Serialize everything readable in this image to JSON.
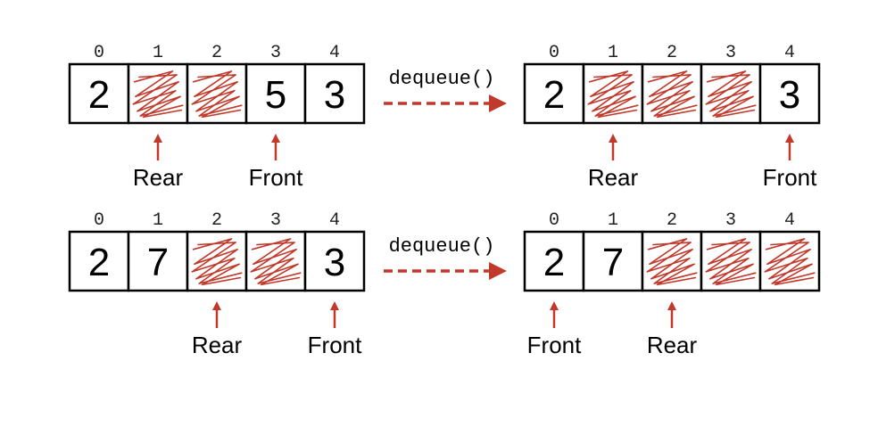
{
  "colors": {
    "accent": "#c0392b",
    "stroke": "#000000"
  },
  "operation_label": "dequeue()",
  "rows": [
    {
      "before": {
        "indices": [
          "0",
          "1",
          "2",
          "3",
          "4"
        ],
        "cells": [
          "2",
          "",
          "",
          "5",
          "3"
        ],
        "empty": [
          1,
          2
        ],
        "pointers": [
          {
            "label": "Rear",
            "cell": 1
          },
          {
            "label": "Front",
            "cell": 3
          }
        ]
      },
      "after": {
        "indices": [
          "0",
          "1",
          "2",
          "3",
          "4"
        ],
        "cells": [
          "2",
          "",
          "",
          "",
          "3"
        ],
        "empty": [
          1,
          2,
          3
        ],
        "pointers": [
          {
            "label": "Rear",
            "cell": 1
          },
          {
            "label": "Front",
            "cell": 4
          }
        ]
      }
    },
    {
      "before": {
        "indices": [
          "0",
          "1",
          "2",
          "3",
          "4"
        ],
        "cells": [
          "2",
          "7",
          "",
          "",
          "3"
        ],
        "empty": [
          2,
          3
        ],
        "pointers": [
          {
            "label": "Rear",
            "cell": 2
          },
          {
            "label": "Front",
            "cell": 4
          }
        ]
      },
      "after": {
        "indices": [
          "0",
          "1",
          "2",
          "3",
          "4"
        ],
        "cells": [
          "2",
          "7",
          "",
          "",
          ""
        ],
        "empty": [
          2,
          3,
          4
        ],
        "pointers": [
          {
            "label": "Front",
            "cell": 0
          },
          {
            "label": "Rear",
            "cell": 2
          }
        ]
      }
    }
  ]
}
